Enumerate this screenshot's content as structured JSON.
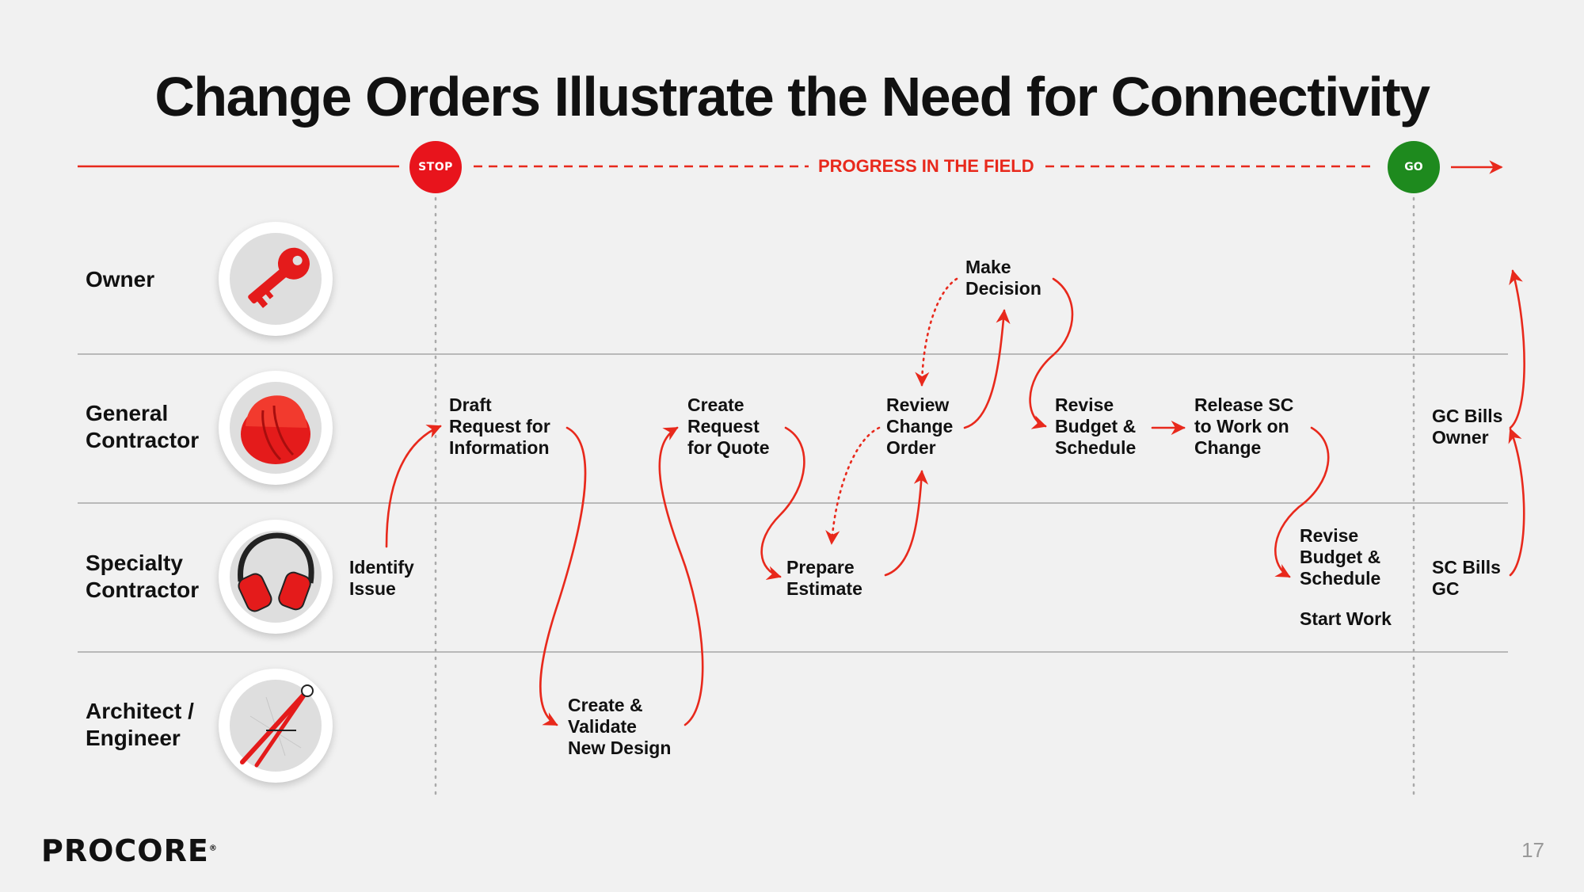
{
  "title": "Change Orders Illustrate the Need for Connectivity",
  "progress": {
    "stop_label": "STOP",
    "go_label": "GO",
    "middle_label": "PROGRESS IN THE FIELD"
  },
  "lanes": [
    {
      "label": "Owner",
      "icon": "key-icon"
    },
    {
      "label": "General\nContractor",
      "icon": "hard-hat-icon"
    },
    {
      "label": "Specialty\nContractor",
      "icon": "ear-protection-icon"
    },
    {
      "label": "Architect /\nEngineer",
      "icon": "drafting-compass-icon"
    }
  ],
  "steps": {
    "identify_issue": "Identify\nIssue",
    "draft_rfi": "Draft\nRequest for\nInformation",
    "create_validate_design": "Create &\nValidate\nNew Design",
    "create_rfq": "Create\nRequest\nfor Quote",
    "prepare_estimate": "Prepare\nEstimate",
    "review_change_order": "Review\nChange\nOrder",
    "make_decision": "Make\nDecision",
    "revise_budget_gc": "Revise\nBudget &\nSchedule",
    "release_sc": "Release SC\nto Work on\nChange",
    "revise_budget_sc": "Revise\nBudget &\nSchedule",
    "start_work": "Start Work",
    "gc_bills_owner": "GC Bills\nOwner",
    "sc_bills_gc": "SC Bills\nGC"
  },
  "colors": {
    "accent_red": "#e8291c",
    "stop_red": "#e8141c",
    "go_green": "#1e8a1e",
    "background": "#f1f1f1"
  },
  "footer": {
    "logo": "PROCORE",
    "page_number": "17"
  }
}
